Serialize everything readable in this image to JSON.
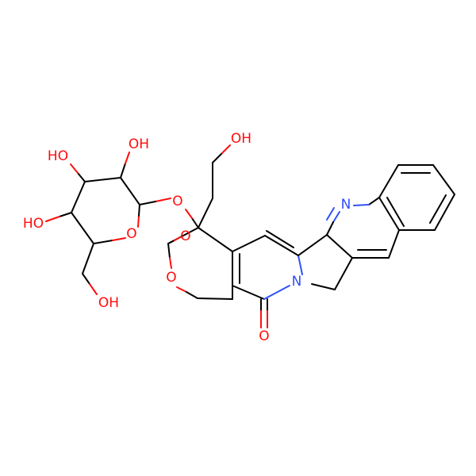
{
  "colors": {
    "carbon_bond": "#000000",
    "oxygen": "#ff0d0d",
    "nitrogen": "#3050f8",
    "background": "#ffffff"
  },
  "atoms": {
    "oh_1": "OH",
    "oh_2": "HO",
    "oh_3": "OH",
    "oh_4": "HO",
    "oh_5": "OH",
    "o_glyco_link": "O",
    "o_ring_pyranose": "O",
    "o_lactone_carbonyl": "O",
    "o_lactone_ring": "O",
    "o_pyridone": "O",
    "n_quinoline": "N",
    "n_pyridone": "N"
  }
}
